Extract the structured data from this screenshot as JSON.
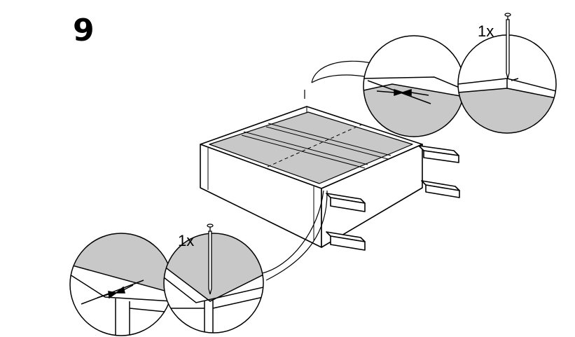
{
  "step": {
    "number": "9"
  },
  "callouts": {
    "top": {
      "quantity_label": "1x",
      "icon": "nail-icon"
    },
    "bottom": {
      "quantity_label": "1x",
      "icon": "nail-icon"
    }
  },
  "colors": {
    "panel_fill": "#c8c8c8",
    "line": "#000000",
    "background": "#ffffff"
  }
}
